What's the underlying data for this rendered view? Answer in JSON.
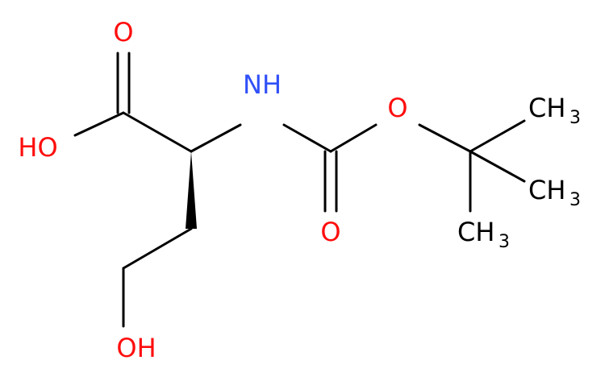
{
  "molecule": {
    "colors": {
      "oxygen": "#ff0d0d",
      "nitrogen": "#3050f8",
      "carbon": "#000000"
    },
    "labels": {
      "carbonyl_o_top": "O",
      "acid_oh": "HO",
      "nh": "NH",
      "ester_o": "O",
      "carbamate_o_bottom": "O",
      "side_oh": "OH",
      "methyl_1_main": "CH",
      "methyl_1_sub": "3",
      "methyl_2_main": "CH",
      "methyl_2_sub": "3",
      "methyl_3_main": "CH",
      "methyl_3_sub": "3"
    }
  }
}
